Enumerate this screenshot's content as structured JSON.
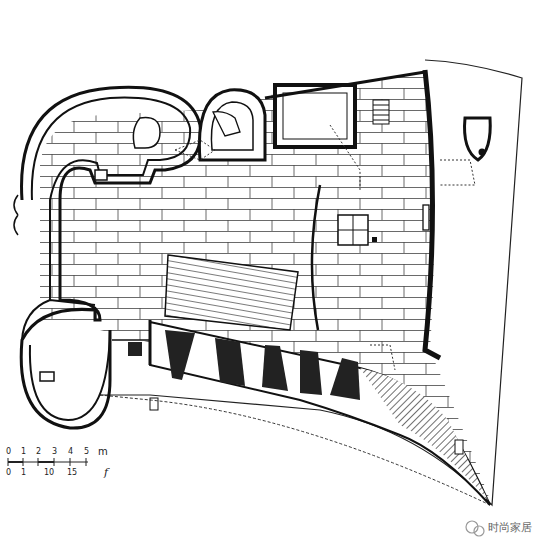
{
  "diagram": {
    "labels": [
      "0",
      "1",
      "2",
      "3",
      "4",
      "5",
      "m",
      "0",
      "1",
      "10",
      "15",
      "f",
      "时尚家居"
    ]
  }
}
